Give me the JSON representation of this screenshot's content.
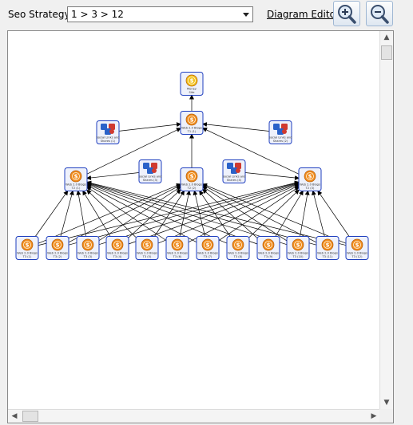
{
  "toolbar": {
    "strategy_label": "Seo Strategy:",
    "strategy_value": "1 > 3 > 12",
    "diagram_editor_label": "Diagram Editor",
    "zoom_in_icon": "zoom-in-icon",
    "zoom_out_icon": "zoom-out-icon"
  },
  "colors": {
    "node_border": "#1f3fbf",
    "node_fill": "#eef1fb",
    "coin": "#f08c1e",
    "money_coin": "#f3c21a",
    "social_blue": "#2a62c9",
    "social_red": "#d03a2f",
    "edge": "#000000"
  },
  "diagram": {
    "money_site": {
      "label": "Money Site"
    },
    "tier1": [
      {
        "label": "Web 2.0 Blogs T1 (1)"
      }
    ],
    "tier2": [
      {
        "label": "Web 2.0 Blogs T2 (1)"
      },
      {
        "label": "Web 2.0 Blogs T2 (2)"
      },
      {
        "label": "Web 2.0 Blogs T2 (3)"
      }
    ],
    "social_nodes": [
      {
        "label": "Social Links and Shares (1)"
      },
      {
        "label": "Social Links and Shares (2)"
      },
      {
        "label": "Social Links and Shares (3)"
      },
      {
        "label": "Social Links and Shares (4)"
      }
    ],
    "tier3": [
      {
        "label": "Web 2.0 Blogs T3 (1)"
      },
      {
        "label": "Web 2.0 Blogs T3 (2)"
      },
      {
        "label": "Web 2.0 Blogs T3 (3)"
      },
      {
        "label": "Web 2.0 Blogs T3 (4)"
      },
      {
        "label": "Web 2.0 Blogs T3 (5)"
      },
      {
        "label": "Web 2.0 Blogs T3 (6)"
      },
      {
        "label": "Web 2.0 Blogs T3 (7)"
      },
      {
        "label": "Web 2.0 Blogs T3 (8)"
      },
      {
        "label": "Web 2.0 Blogs T3 (9)"
      },
      {
        "label": "Web 2.0 Blogs T3 (10)"
      },
      {
        "label": "Web 2.0 Blogs T3 (11)"
      },
      {
        "label": "Web 2.0 Blogs T3 (12)"
      }
    ]
  }
}
